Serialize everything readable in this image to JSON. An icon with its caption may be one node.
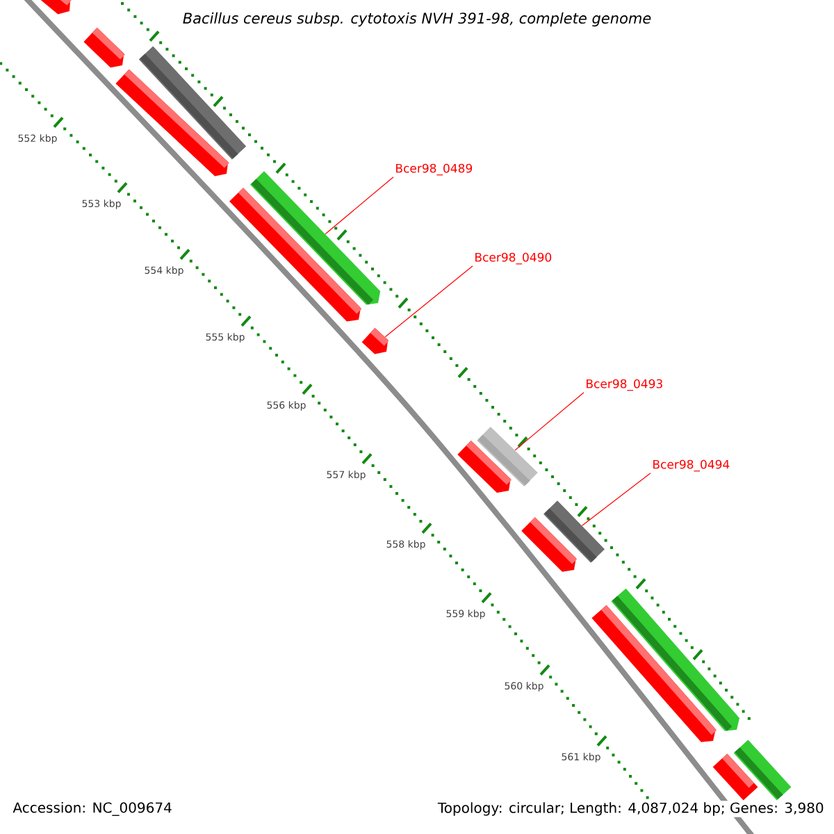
{
  "diagram": {
    "title": "Bacillus cereus subsp. cytotoxis NVH 391-98, complete genome",
    "nodes": [
      {
        "text": [
          "Bcer98_0489"
        ]
      },
      {
        "text": [
          "Bcer98_0490"
        ]
      },
      {
        "text": [
          "Bcer98_0493"
        ]
      },
      {
        "text": [
          "Bcer98_0494"
        ]
      },
      {
        "text": [],
        "shape": "bar"
      },
      {
        "text": [],
        "shape": "bar"
      },
      {
        "text": [],
        "shape": "bar"
      },
      {
        "text": [],
        "shape": "bar"
      },
      {
        "text": [],
        "shape": "bar"
      },
      {
        "text": [],
        "shape": "bar"
      },
      {
        "text": [],
        "shape": "bar"
      },
      {
        "text": [],
        "shape": "bar"
      },
      {
        "text": [],
        "shape": "bar"
      },
      {
        "text": [],
        "shape": "bar"
      },
      {
        "text": [],
        "shape": "bar"
      },
      {
        "text": [],
        "shape": "bar"
      },
      {
        "text": [],
        "shape": "bar"
      },
      {
        "text": [],
        "shape": "bar"
      },
      {
        "text": [],
        "shape": "bar"
      }
    ],
    "edges": [
      {
        "from": 0,
        "to": 8,
        "arrow": "none"
      },
      {
        "from": 1,
        "to": 10,
        "arrow": "none"
      },
      {
        "from": 2,
        "to": 11,
        "arrow": "none"
      },
      {
        "from": 3,
        "to": 13,
        "arrow": "none"
      }
    ],
    "labels": [
      "552 kbp",
      "553 kbp",
      "554 kbp",
      "555 kbp",
      "556 kbp",
      "557 kbp",
      "558 kbp",
      "559 kbp",
      "560 kbp",
      "561 kbp",
      "Accession: NC_009674",
      "Topology: circular; Length: 4,087,024 bp; Genes: 3,980"
    ]
  }
}
